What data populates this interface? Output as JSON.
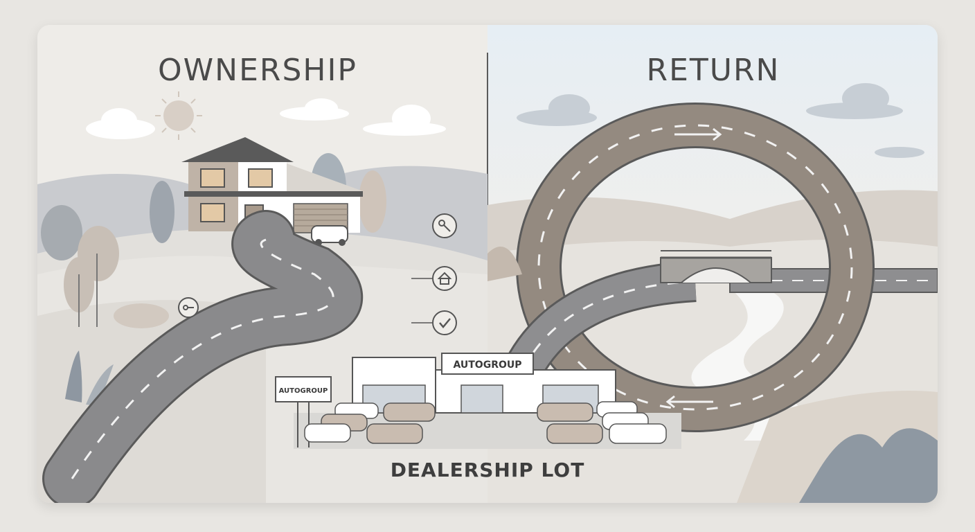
{
  "panels": {
    "left_title": "OWNERSHIP",
    "right_title": "RETURN"
  },
  "dealership": {
    "main_sign": "AUTOGROUP",
    "post_sign": "AUTOGROUP",
    "caption": "DEALERSHIP LOT"
  },
  "icons": [
    "key-icon",
    "house-icon",
    "check-icon",
    "key-icon"
  ],
  "colors": {
    "background": "#e8e6e2",
    "road": "#8a8a8c",
    "road_brown": "#948a80",
    "sky_right": "#e6eef3",
    "text": "#4a4a4a"
  }
}
